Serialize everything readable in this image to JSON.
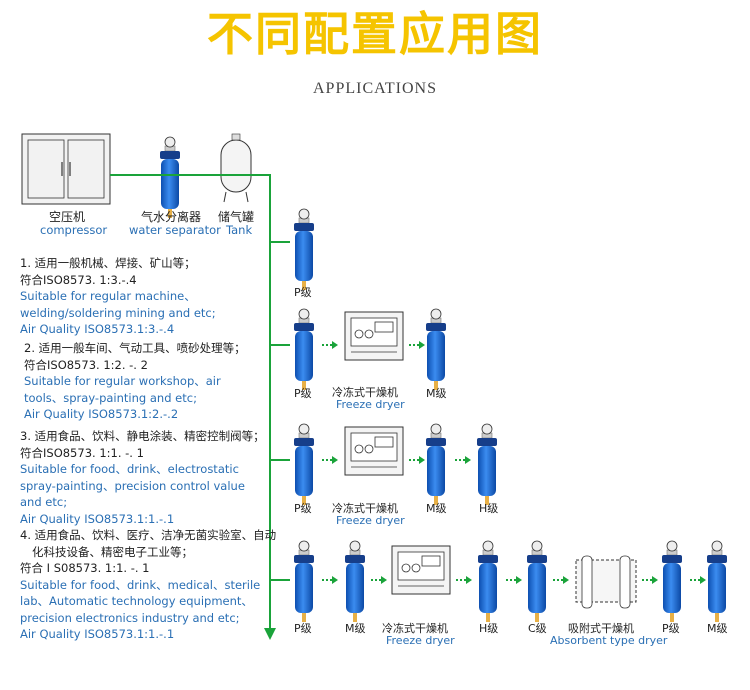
{
  "header": {
    "title": "不同配置应用图",
    "subtitle": "APPLICATIONS"
  },
  "top_equipment": {
    "compressor": {
      "cn": "空压机",
      "en": "compressor"
    },
    "separator": {
      "cn": "气水分离器",
      "en": "water separator"
    },
    "tank": {
      "cn": "储气罐",
      "en": "Tank"
    }
  },
  "configurations": [
    {
      "cn_line1": "1. 适用一般机械、焊接、矿山等；",
      "cn_line2": "符合ISO8573. 1:3.-.4",
      "en_line1": "Suitable for regular machine、",
      "en_line2": "welding/soldering mining and etc;",
      "en_line3": "Air Quality ISO8573.1:3.-.4",
      "chain": [
        "P级"
      ]
    },
    {
      "cn_line1": "2. 适用一般车间、气动工具、喷砂处理等；",
      "cn_line2": "符合ISO8573. 1:2. -. 2",
      "en_line1": "Suitable for regular workshop、air",
      "en_line2": "tools、spray-painting  and etc;",
      "en_line3": "Air Quality ISO8573.1:2.-.2",
      "chain": [
        "P级",
        "冷冻式干燥机",
        "Freeze dryer",
        "M级"
      ]
    },
    {
      "cn_line1": "3. 适用食品、饮料、静电涂装、精密控制阀等；",
      "cn_line2": "符合ISO8573. 1:1. -. 1",
      "en_line1": "Suitable for food、drink、electrostatic",
      "en_line2": "spray-painting、precision control value",
      "en_line3": "and etc;",
      "en_line4": "Air Quality ISO8573.1:1.-.1",
      "chain": [
        "P级",
        "冷冻式干燥机",
        "Freeze dryer",
        "M级",
        "H级"
      ]
    },
    {
      "cn_line1": "4. 适用食品、饮料、医疗、洁净无菌实验室、自动",
      "cn_line1b": "化科技设备、精密电子工业等；",
      "cn_line2": "符合 I S08573. 1:1. -. 1",
      "en_line1": "Suitable for food、drink、medical、sterile",
      "en_line2": "lab、Automatic technology equipment、",
      "en_line3": "precision electronics industry and etc;",
      "en_line4": "Air Quality ISO8573.1:1.-.1",
      "chain": [
        "P级",
        "M级",
        "冷冻式干燥机",
        "Freeze dryer",
        "H级",
        "C级",
        "吸附式干燥机",
        "Absorbent type dryer",
        "P级",
        "M级"
      ]
    }
  ],
  "colors": {
    "title": "#f5c400",
    "pipe": "#1aa33a",
    "filter": "#1e6fd6",
    "english_text": "#2a6fb4"
  }
}
